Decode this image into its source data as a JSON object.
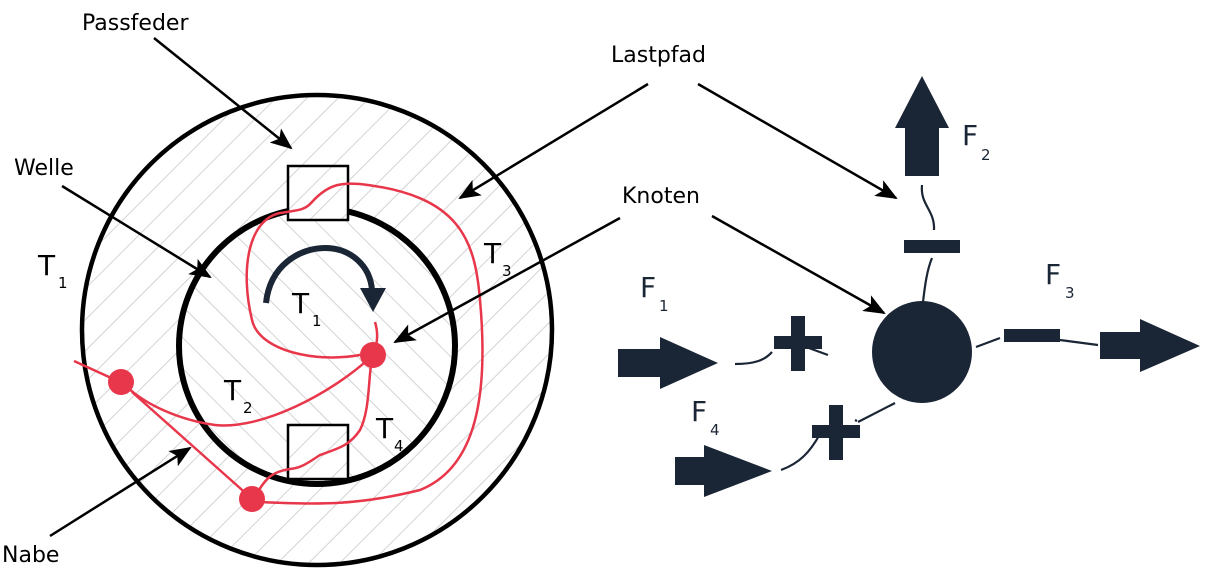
{
  "labels": {
    "passfeder": "Passfeder",
    "welle": "Welle",
    "nabe": "Nabe",
    "lastpfad": "Lastpfad",
    "knoten": "Knoten"
  },
  "torques": {
    "t1_outer": {
      "symbol": "T",
      "sub": "1"
    },
    "t1_inner": {
      "symbol": "T",
      "sub": "1"
    },
    "t2": {
      "symbol": "T",
      "sub": "2"
    },
    "t3": {
      "symbol": "T",
      "sub": "3"
    },
    "t4": {
      "symbol": "T",
      "sub": "4"
    }
  },
  "forces": {
    "f1": {
      "symbol": "F",
      "sub": "1",
      "sign": "+"
    },
    "f2": {
      "symbol": "F",
      "sub": "2",
      "sign": "−"
    },
    "f3": {
      "symbol": "F",
      "sub": "3",
      "sign": "−"
    },
    "f4": {
      "symbol": "F",
      "sub": "4",
      "sign": "+"
    }
  },
  "colors": {
    "load_path": "#e8364a",
    "node_dark": "#1a2535",
    "hatch": "#c8c8c8",
    "outline": "#000000"
  }
}
